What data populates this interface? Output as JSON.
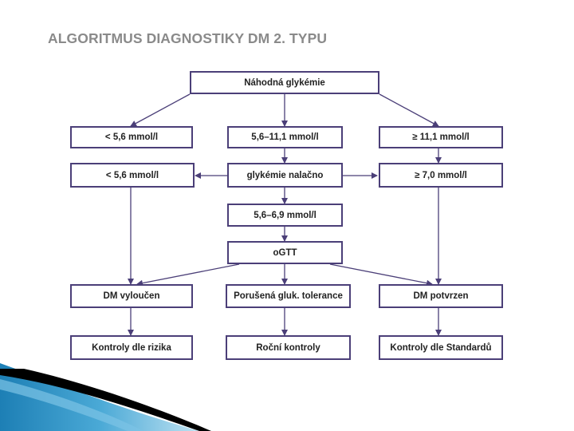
{
  "title": "ALGORITMUS DIAGNOSTIKY DM 2. TYPU",
  "colors": {
    "box_border": "#4b3f78",
    "arrow": "#4b3f78",
    "title": "#8a8a8a",
    "accent": "#2d8fbf"
  },
  "nodes": {
    "random": "Náhodná glykémie",
    "r_low": "< 5,6 mmol/l",
    "r_mid": "5,6–11,1 mmol/l",
    "r_high": "≥ 11,1 mmol/l",
    "f_low": "< 5,6 mmol/l",
    "fasting": "glykémie nalačno",
    "f_high": "≥ 7,0 mmol/l",
    "f_mid": "5,6–6,9 mmol/l",
    "ogtt": "oGTT",
    "excluded": "DM vyloučen",
    "impaired": "Porušená gluk. tolerance",
    "confirmed": "DM potvrzen",
    "ctrl_risk": "Kontroly dle rizika",
    "ctrl_year": "Roční kontroly",
    "ctrl_std": "Kontroly dle Standardů"
  }
}
